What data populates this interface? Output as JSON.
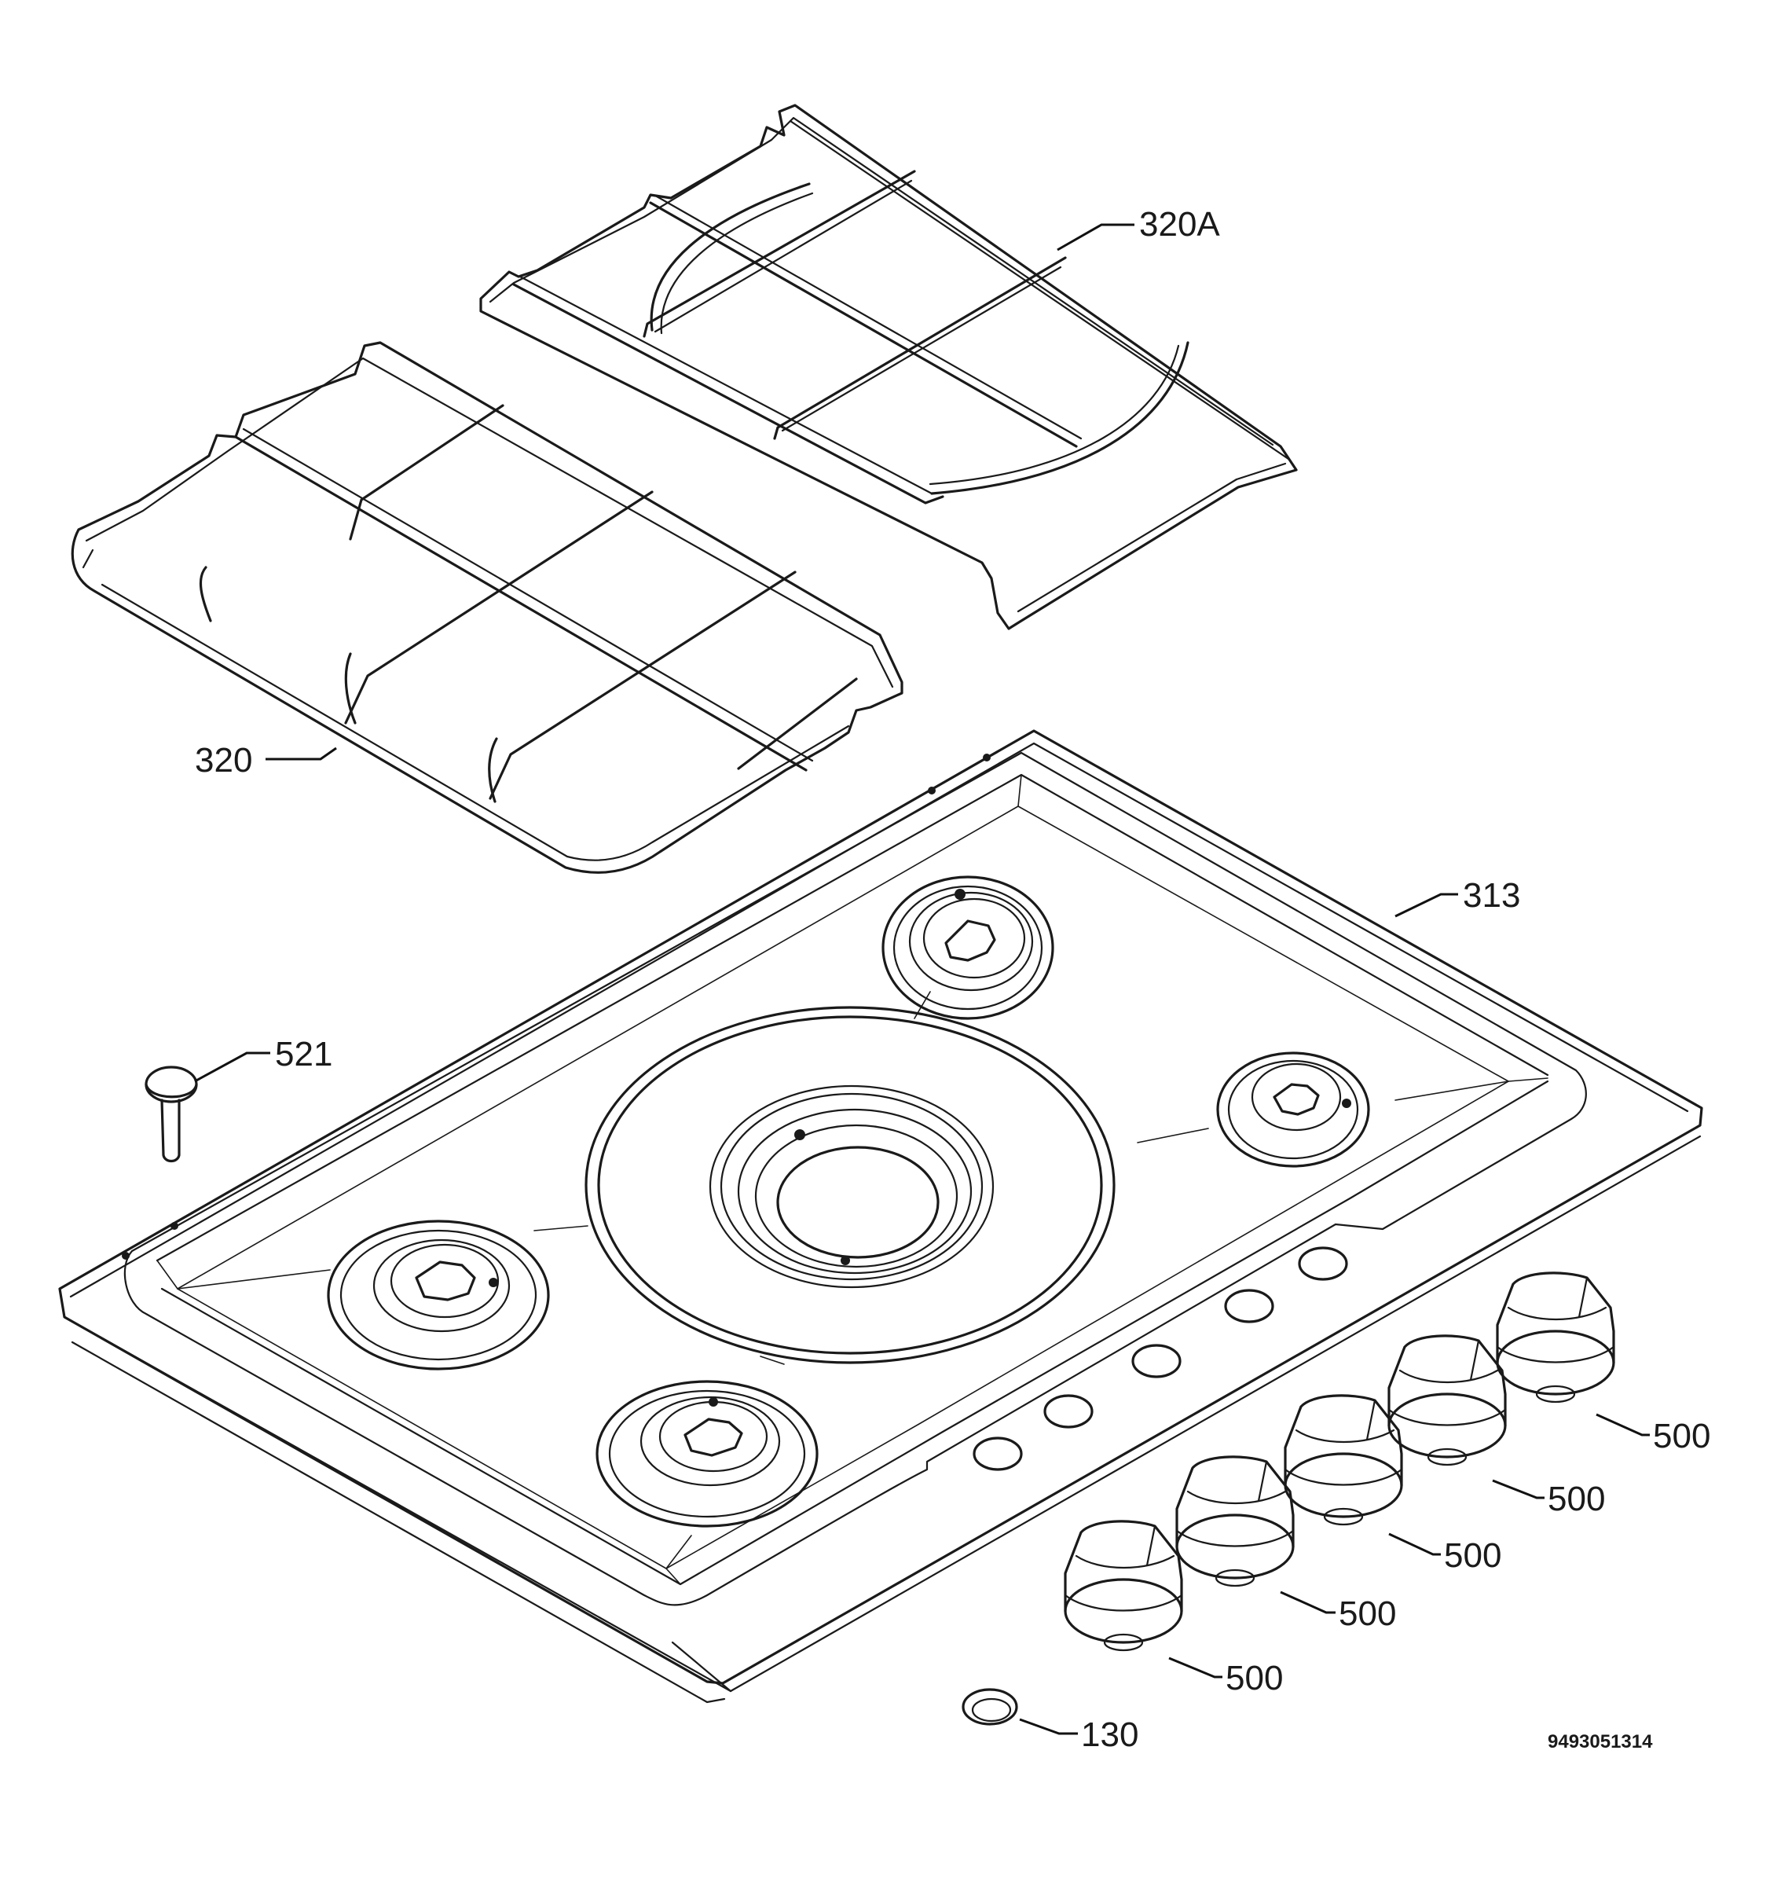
{
  "parts": {
    "grid_right": "320A",
    "grid_left": "320",
    "hob_top": "313",
    "screw": "521",
    "knobs": [
      "500",
      "500",
      "500",
      "500",
      "500"
    ],
    "seal_ring": "130"
  },
  "document_number": "9493051314"
}
